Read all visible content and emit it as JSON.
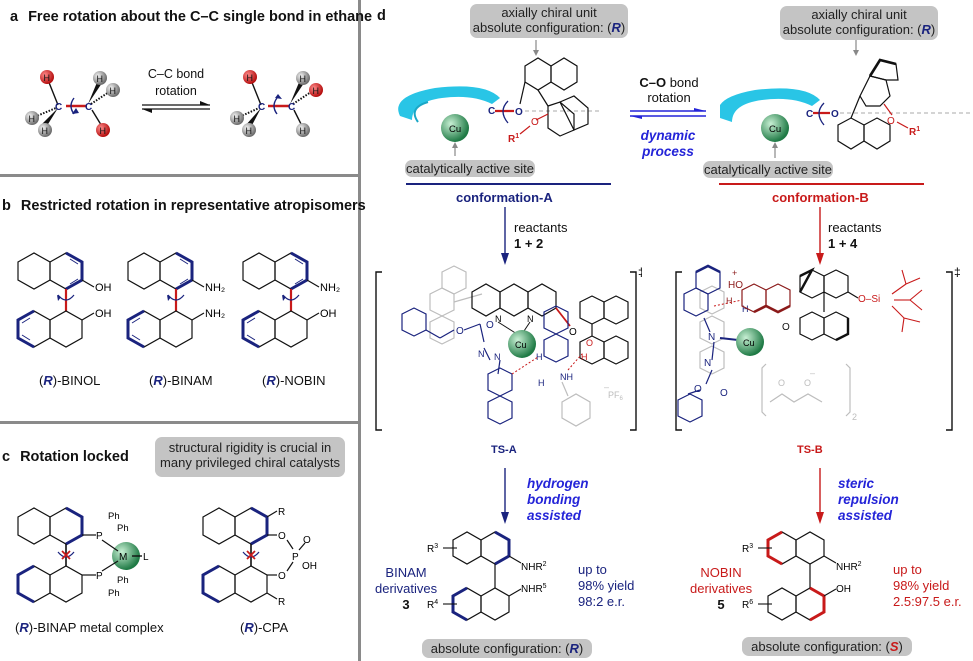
{
  "panels": {
    "a": {
      "letter": "a",
      "title": "Free rotation about the C–C single bond in ethane",
      "arrow_label_line1": "C–C bond",
      "arrow_label_line2": "rotation",
      "atoms": {
        "carbon": "C",
        "hydrogen": "H"
      }
    },
    "b": {
      "letter": "b",
      "title": "Restricted rotation in representative atropisomers",
      "compounds": [
        {
          "prefix": "(",
          "config": "R",
          "suffix": ")-BINOL",
          "sub_top": "OH",
          "sub_bottom": "OH"
        },
        {
          "prefix": "(",
          "config": "R",
          "suffix": ")-BINAM",
          "sub_top": "NH₂",
          "sub_bottom": "NH₂"
        },
        {
          "prefix": "(",
          "config": "R",
          "suffix": ")-NOBIN",
          "sub_top": "NH₂",
          "sub_bottom": "OH"
        }
      ]
    },
    "c": {
      "letter": "c",
      "title": "Rotation locked",
      "note_line1": "structural rigidity is crucial in",
      "note_line2": "many privileged chiral catalysts",
      "compounds": [
        {
          "prefix": "(",
          "config": "R",
          "suffix": ")-BINAP metal complex",
          "labels": {
            "ph": "Ph",
            "p": "P",
            "m": "M",
            "l": "L"
          }
        },
        {
          "prefix": "(",
          "config": "R",
          "suffix": ")-CPA",
          "labels": {
            "r": "R",
            "o": "O",
            "p": "P",
            "oh": "OH"
          }
        }
      ]
    },
    "d": {
      "letter": "d",
      "axial_box_line1": "axially chiral unit",
      "axial_box_line2_prefix": "absolute configuration: (",
      "axial_box_config": "R",
      "axial_box_suffix": ")",
      "active_site_label": "catalytically active site",
      "cu": "Cu",
      "c_atom": "C",
      "o_atom": "O",
      "r1": "R",
      "r1_sup": "1",
      "rotation_bold": "C–O",
      "rotation_rest": " bond",
      "rotation_line2": "rotation",
      "dynamic_line1": "dynamic",
      "dynamic_line2": "process",
      "conformation_a": "conformation-A",
      "conformation_b": "conformation-B",
      "reactants_label": "reactants",
      "reactants_a": "1 + 2",
      "reactants_b": "1 + 4",
      "ts_a": "TS-A",
      "ts_b": "TS-B",
      "double_dagger": "‡",
      "pf6": "PF",
      "pf6_sub": "6",
      "minus": "–",
      "acac_sub": "2",
      "o_si": "O–Si",
      "ho_plus": "HO",
      "plus": "+",
      "nh": "NH",
      "h": "H",
      "n": "N",
      "assist_a": [
        "hydrogen",
        "bonding",
        "assisted"
      ],
      "assist_b": [
        "steric",
        "repulsion",
        "assisted"
      ],
      "product_a": {
        "name_line1": "BINAM",
        "name_line2": "derivatives",
        "number": "3",
        "r_top": "R",
        "r_top_sup": "3",
        "r_bottom": "R",
        "r_bottom_sup": "4",
        "sub_top": "NHR",
        "sub_top_sup": "2",
        "sub_bottom": "NHR",
        "sub_bottom_sup": "5",
        "yield_line1": "up to",
        "yield_line2": "98% yield",
        "yield_line3": "98:2 e.r.",
        "config_prefix": "absolute configuration: (",
        "config": "R",
        "config_suffix": ")"
      },
      "product_b": {
        "name_line1": "NOBIN",
        "name_line2": "derivatives",
        "number": "5",
        "r_top": "R",
        "r_top_sup": "3",
        "r_bottom": "R",
        "r_bottom_sup": "6",
        "sub_top": "NHR",
        "sub_top_sup": "2",
        "sub_bottom": "OH",
        "yield_line1": "up to",
        "yield_line2": "98% yield",
        "yield_line3": "2.5:97.5 e.r.",
        "config_prefix": "absolute configuration: (",
        "config": "S",
        "config_suffix": ")"
      }
    }
  },
  "colors": {
    "navy": "#1a237e",
    "red": "#c81a1a",
    "blue_italic": "#2424d8",
    "cyan": "#29c5e6",
    "cu_green": "#2e8b57",
    "gray_box": "#c4c4c4",
    "divider": "#8a8a8a",
    "faded": "#bdbdbd"
  }
}
